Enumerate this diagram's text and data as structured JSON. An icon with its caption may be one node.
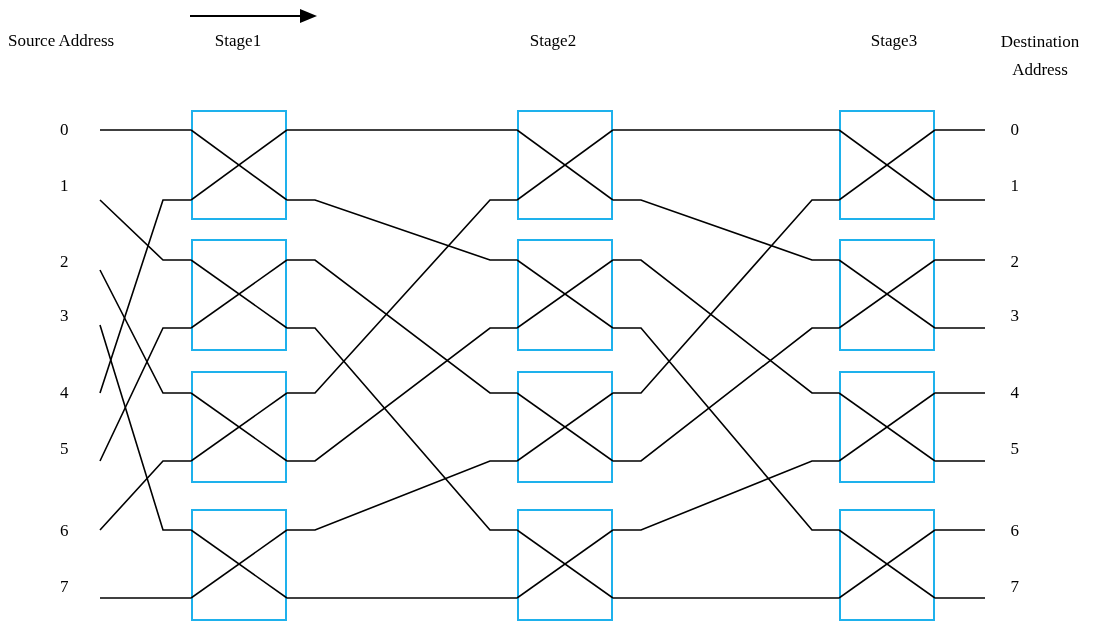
{
  "diagram": {
    "nodes": [
      {
        "text": [
          "0"
        ]
      },
      {
        "text": [
          "1"
        ]
      },
      {
        "text": [
          "2"
        ]
      },
      {
        "text": [
          "3"
        ]
      },
      {
        "text": [
          "4"
        ]
      },
      {
        "text": [
          "5"
        ]
      },
      {
        "text": [
          "6"
        ]
      },
      {
        "text": [
          "7"
        ]
      },
      {
        "text": [],
        "shape": "box"
      },
      {
        "text": [],
        "shape": "box"
      },
      {
        "text": [],
        "shape": "box"
      },
      {
        "text": [],
        "shape": "box"
      },
      {
        "text": [],
        "shape": "box"
      },
      {
        "text": [],
        "shape": "box"
      },
      {
        "text": [],
        "shape": "box"
      },
      {
        "text": [],
        "shape": "box"
      },
      {
        "text": [],
        "shape": "box"
      },
      {
        "text": [],
        "shape": "box"
      },
      {
        "text": [],
        "shape": "box"
      },
      {
        "text": [],
        "shape": "box"
      },
      {
        "text": [
          "0"
        ]
      },
      {
        "text": [
          "1"
        ]
      },
      {
        "text": [
          "2"
        ]
      },
      {
        "text": [
          "3"
        ]
      },
      {
        "text": [
          "4"
        ]
      },
      {
        "text": [
          "5"
        ]
      },
      {
        "text": [
          "6"
        ]
      },
      {
        "text": [
          "7"
        ]
      }
    ],
    "edges": [
      {
        "from": 0,
        "to": 8,
        "arrow": "none"
      },
      {
        "from": 1,
        "to": 9,
        "arrow": "none"
      },
      {
        "from": 2,
        "to": 10,
        "arrow": "none"
      },
      {
        "from": 3,
        "to": 11,
        "arrow": "none"
      },
      {
        "from": 4,
        "to": 8,
        "arrow": "none"
      },
      {
        "from": 5,
        "to": 9,
        "arrow": "none"
      },
      {
        "from": 6,
        "to": 10,
        "arrow": "none"
      },
      {
        "from": 7,
        "to": 11,
        "arrow": "none"
      },
      {
        "from": 8,
        "to": 12,
        "arrow": "none"
      },
      {
        "from": 8,
        "to": 13,
        "arrow": "none"
      },
      {
        "from": 9,
        "to": 14,
        "arrow": "none"
      },
      {
        "from": 9,
        "to": 15,
        "arrow": "none"
      },
      {
        "from": 10,
        "to": 12,
        "arrow": "none"
      },
      {
        "from": 10,
        "to": 13,
        "arrow": "none"
      },
      {
        "from": 11,
        "to": 14,
        "arrow": "none"
      },
      {
        "from": 11,
        "to": 15,
        "arrow": "none"
      },
      {
        "from": 12,
        "to": 16,
        "arrow": "none"
      },
      {
        "from": 12,
        "to": 17,
        "arrow": "none"
      },
      {
        "from": 13,
        "to": 18,
        "arrow": "none"
      },
      {
        "from": 13,
        "to": 19,
        "arrow": "none"
      },
      {
        "from": 14,
        "to": 16,
        "arrow": "none"
      },
      {
        "from": 14,
        "to": 17,
        "arrow": "none"
      },
      {
        "from": 15,
        "to": 18,
        "arrow": "none"
      },
      {
        "from": 15,
        "to": 19,
        "arrow": "none"
      },
      {
        "from": 16,
        "to": 20,
        "arrow": "none"
      },
      {
        "from": 16,
        "to": 21,
        "arrow": "none"
      },
      {
        "from": 17,
        "to": 22,
        "arrow": "none"
      },
      {
        "from": 17,
        "to": 23,
        "arrow": "none"
      },
      {
        "from": 18,
        "to": 24,
        "arrow": "none"
      },
      {
        "from": 18,
        "to": 25,
        "arrow": "none"
      },
      {
        "from": 19,
        "to": 26,
        "arrow": "none"
      },
      {
        "from": 19,
        "to": 27,
        "arrow": "none"
      }
    ],
    "labels": [
      "Source Address",
      "Stage1",
      "Stage2",
      "Stage3",
      "Destination Address"
    ]
  }
}
